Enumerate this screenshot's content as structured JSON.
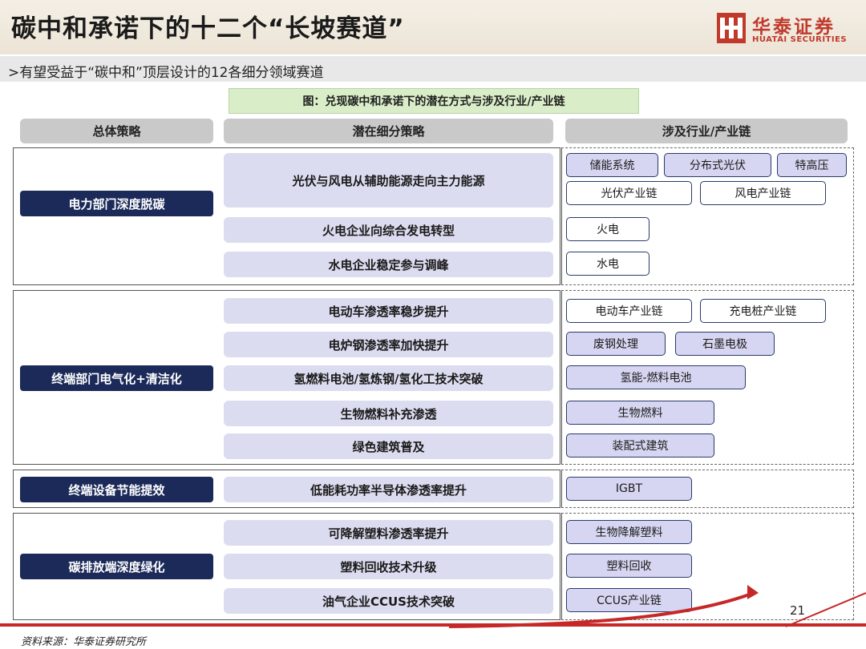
{
  "header": {
    "title": "碳中和承诺下的十二个“长坡赛道”",
    "logo_cn": "华泰证券",
    "logo_en": "HUATAI SECURITIES"
  },
  "subtitle": ">有望受益于“碳中和”顶层设计的12各细分领域赛道",
  "figure_caption": "图：兑现碳中和承诺下的潜在方式与涉及行业/产业链",
  "columns": [
    "总体策略",
    "潜在细分策略",
    "涉及行业/产业链"
  ],
  "groups": [
    {
      "strategy": "电力部门深度脱碳",
      "substrategies": [
        "光伏与风电从辅助能源走向主力能源",
        "火电企业向综合发电转型",
        "水电企业稳定参与调峰"
      ],
      "industries": [
        "储能系统",
        "分布式光伏",
        "特高压",
        "光伏产业链",
        "风电产业链",
        "火电",
        "水电"
      ]
    },
    {
      "strategy": "终端部门电气化+清洁化",
      "substrategies": [
        "电动车渗透率稳步提升",
        "电炉钢渗透率加快提升",
        "氢燃料电池/氢炼钢/氢化工技术突破",
        "生物燃料补充渗透",
        "绿色建筑普及"
      ],
      "industries": [
        "电动车产业链",
        "充电桩产业链",
        "废钢处理",
        "石墨电极",
        "氢能-燃料电池",
        "生物燃料",
        "装配式建筑"
      ]
    },
    {
      "strategy": "终端设备节能提效",
      "substrategies": [
        "低能耗功率半导体渗透率提升"
      ],
      "industries": [
        "IGBT"
      ]
    },
    {
      "strategy": "碳排放端深度绿化",
      "substrategies": [
        "可降解塑料渗透率提升",
        "塑料回收技术升级",
        "油气企业CCUS技术突破"
      ],
      "industries": [
        "生物降解塑料",
        "塑料回收",
        "CCUS产业链"
      ]
    }
  ],
  "source": "资料来源：华泰证券研究所",
  "page_number": "21",
  "colors": {
    "navy": "#1b2a59",
    "lavender": "#d6d6f2",
    "brand_red": "#c0392b",
    "caption_green": "#d9edc8"
  }
}
